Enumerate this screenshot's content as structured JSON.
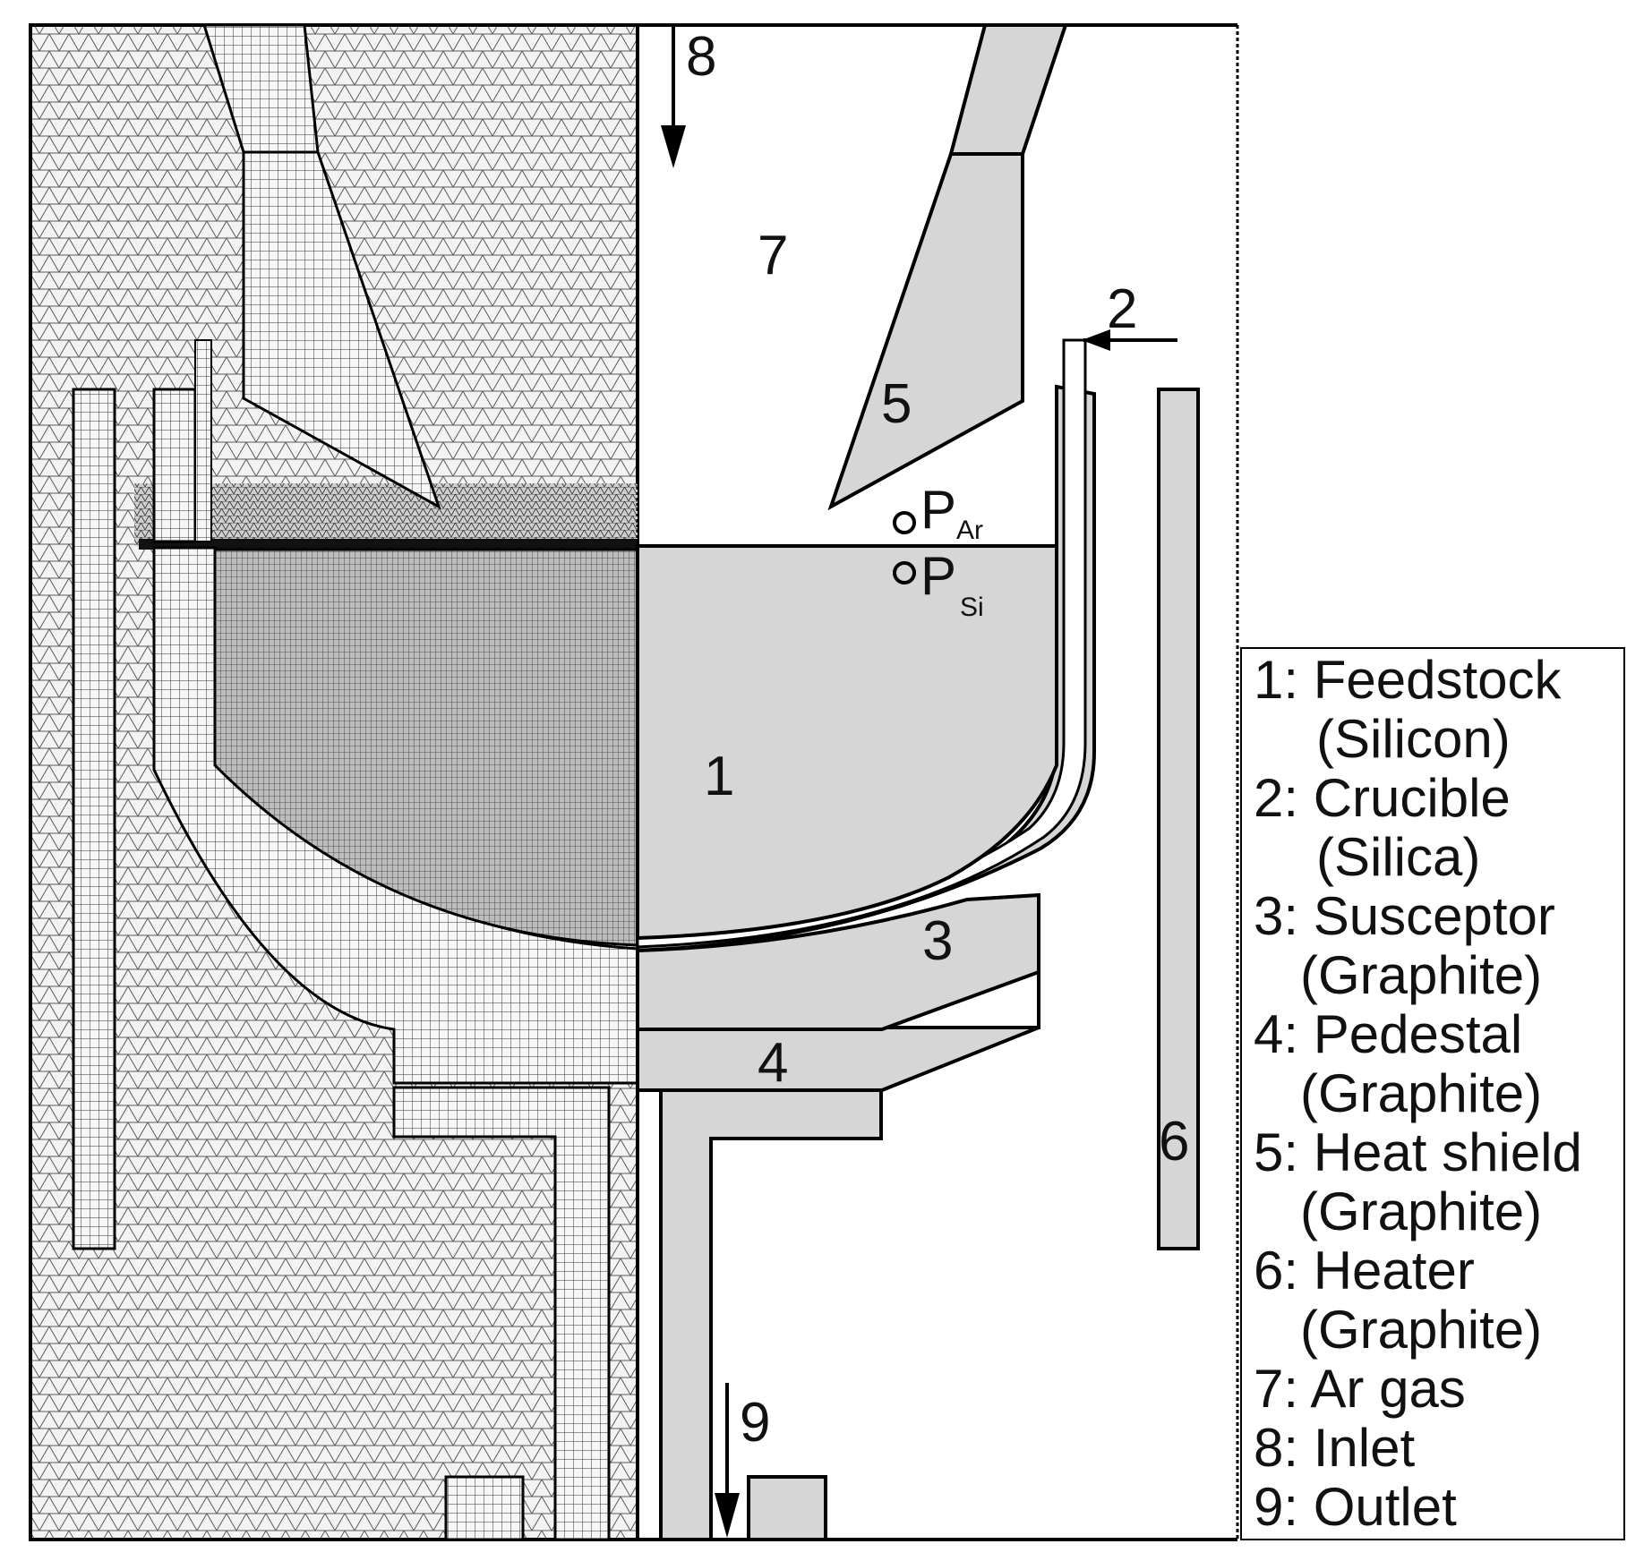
{
  "labels": {
    "n1": "1",
    "n2": "2",
    "n3": "3",
    "n4": "4",
    "n5": "5",
    "n6": "6",
    "n7": "7",
    "n8": "8",
    "n9": "9",
    "p": "P",
    "sub_ar": "Ar",
    "sub_si": "Si"
  },
  "legend": [
    "1: Feedstock",
    "(Silicon)",
    "2: Crucible",
    "(Silica)",
    "3: Susceptor",
    "(Graphite)",
    "4: Pedestal",
    "(Graphite)",
    "5: Heat shield",
    "(Graphite)",
    "6: Heater",
    "(Graphite)",
    "7: Ar gas",
    "8: Inlet",
    "9: Outlet"
  ],
  "colors": {
    "part_fill": "#d6d6d6",
    "mesh_bg": "#eeeeee",
    "mesh_dense": "#2a2a2a",
    "outline": "#000000"
  }
}
